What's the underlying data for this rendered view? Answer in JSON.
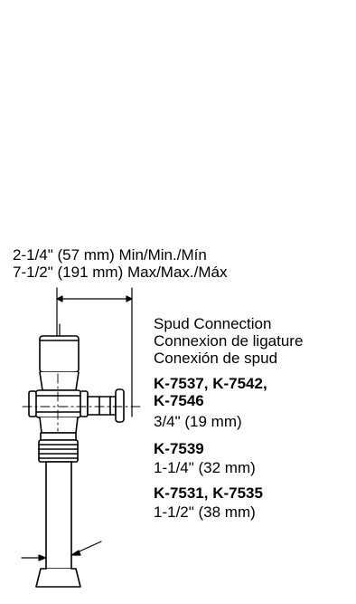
{
  "dimensions": {
    "min_width": "2-1/4\" (57 mm) Min/Min./Mín",
    "max_width": "7-1/2\" (191 mm) Max/Max./Máx"
  },
  "spud_connection": {
    "title_en": "Spud Connection",
    "title_fr": "Connexion de ligature",
    "title_es": "Conexión de spud",
    "groups": [
      {
        "models_line1": "K-7537, K-7542,",
        "models_line2": "K-7546",
        "size": "3/4\" (19 mm)"
      },
      {
        "models_line1": "K-7539",
        "size": "1-1/4\" (32 mm)"
      },
      {
        "models_line1": "K-7531, K-7535",
        "size": "1-1/2\" (38 mm)"
      }
    ]
  }
}
